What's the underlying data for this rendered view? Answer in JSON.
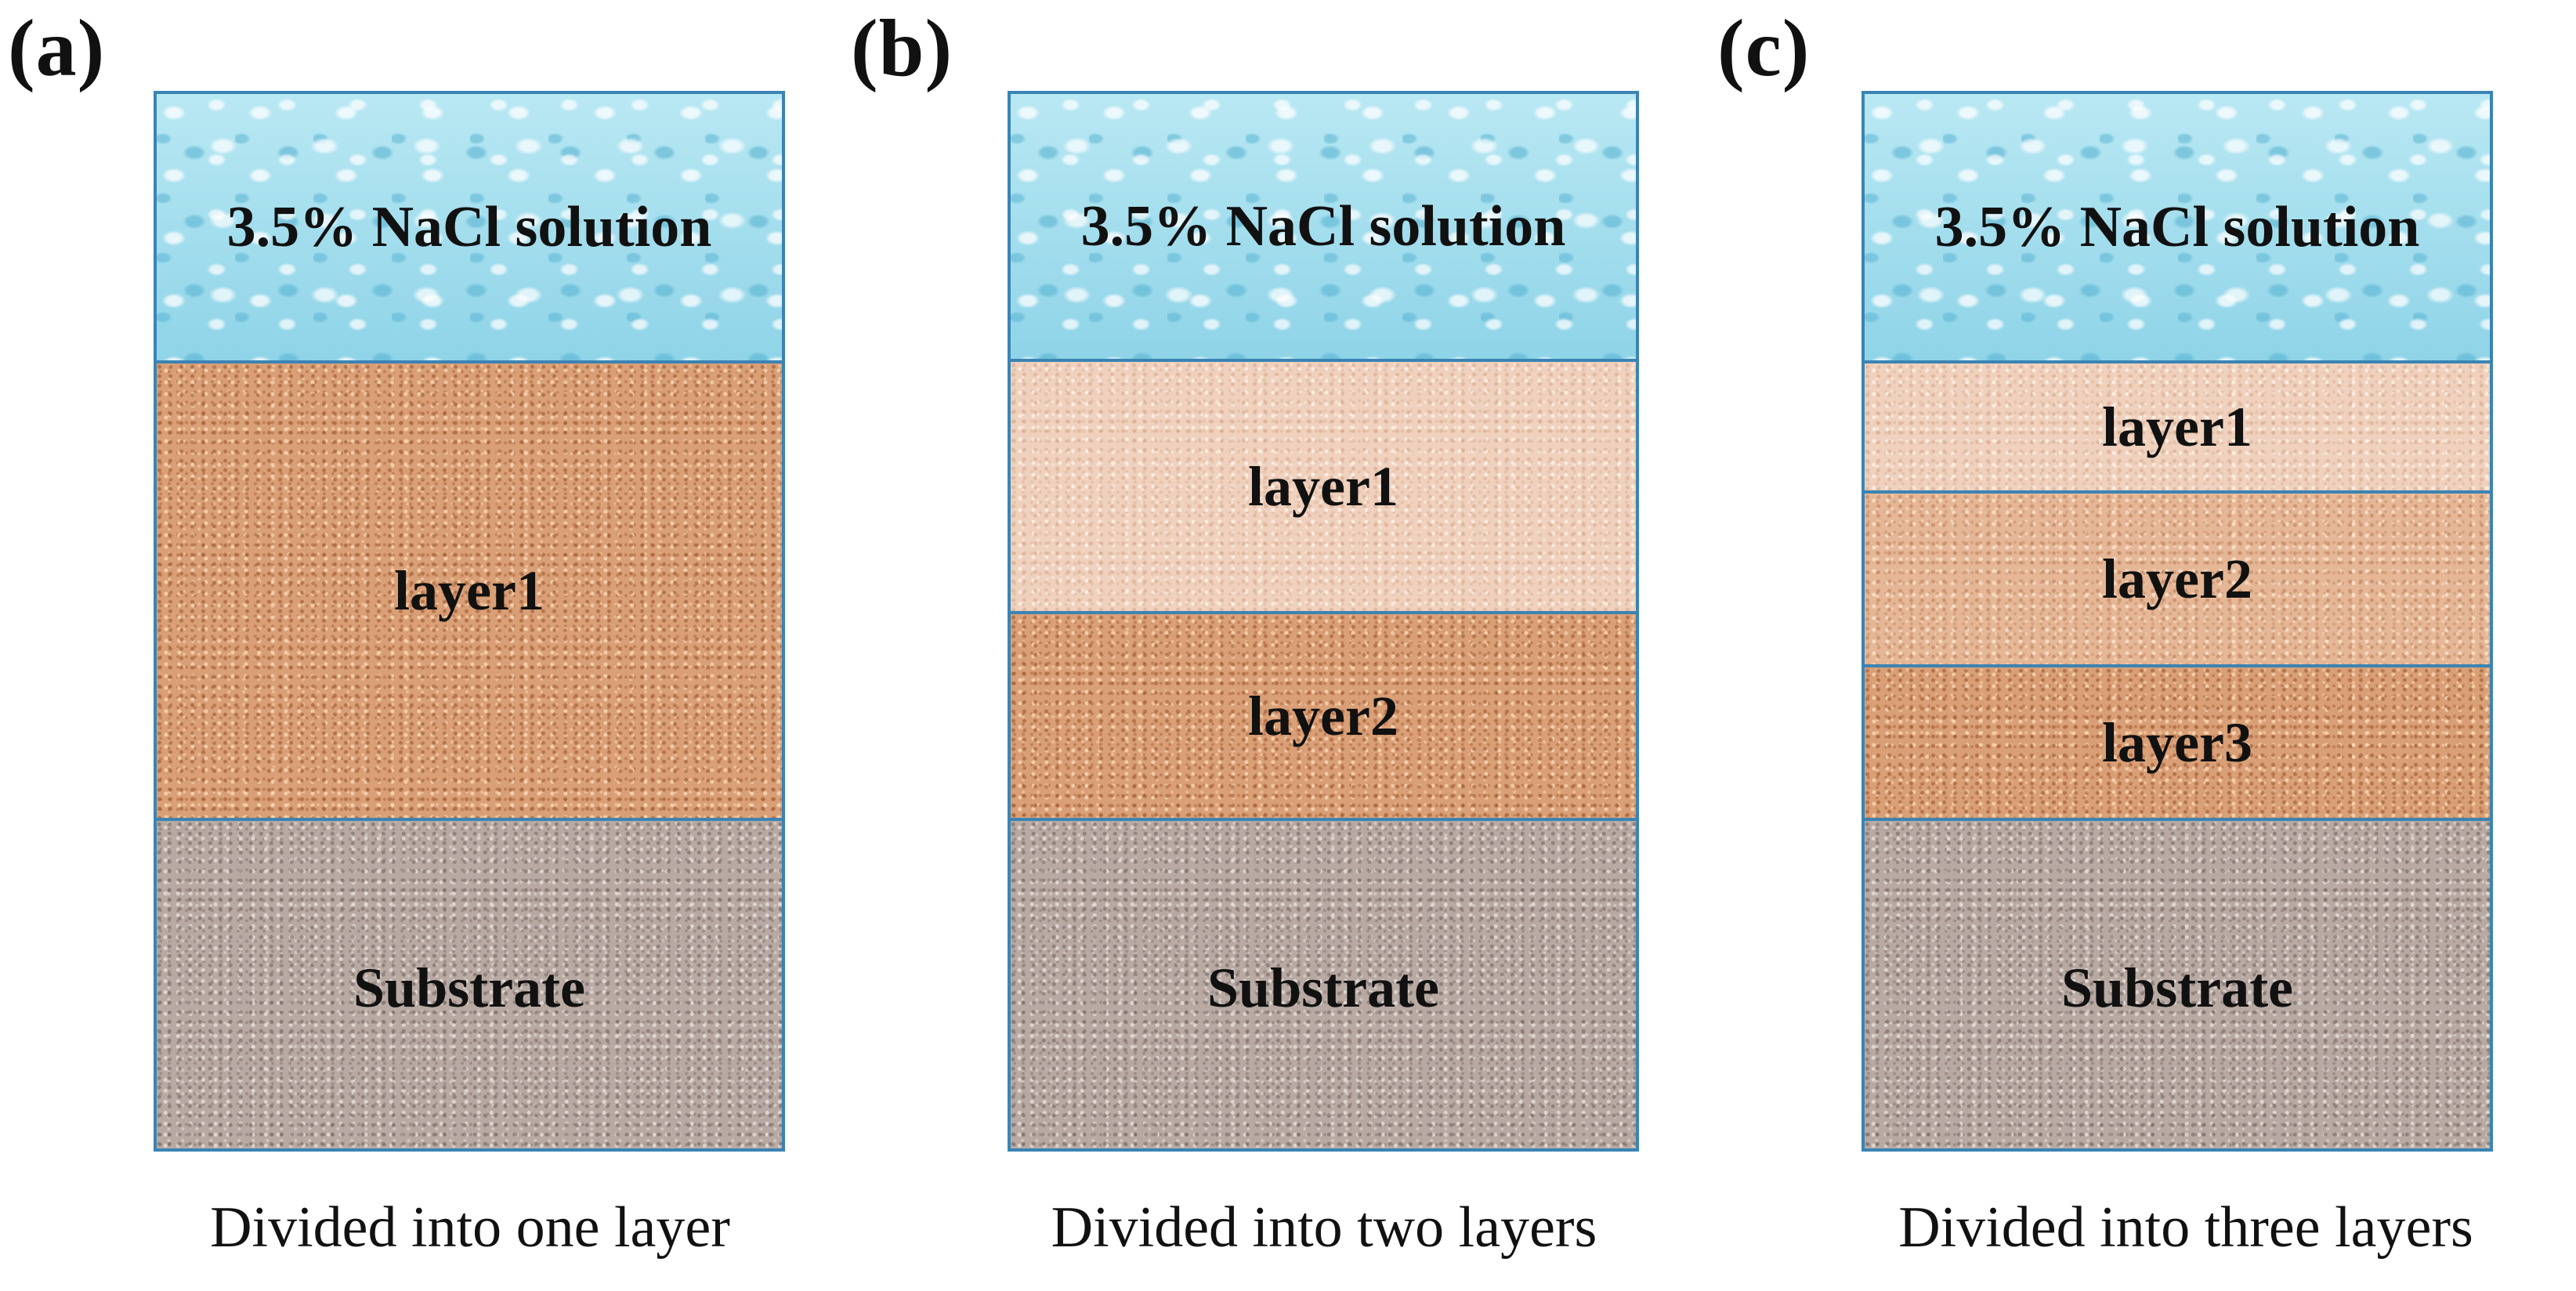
{
  "panels": [
    {
      "letter": "(a)",
      "solution": "3.5% NaCl solution",
      "layers": [
        "layer1"
      ],
      "substrate": "Substrate",
      "caption": "Divided into one layer"
    },
    {
      "letter": "(b)",
      "solution": "3.5% NaCl solution",
      "layers": [
        "layer1",
        "layer2"
      ],
      "substrate": "Substrate",
      "caption": "Divided into two layers"
    },
    {
      "letter": "(c)",
      "solution": "3.5% NaCl solution",
      "layers": [
        "layer1",
        "layer2",
        "layer3"
      ],
      "substrate": "Substrate",
      "caption": "Divided into three layers"
    }
  ],
  "colors": {
    "border": "#3b84b4",
    "solution": "#9edbec",
    "layer_dark": "#d99f76",
    "layer_medium": "#e5b796",
    "layer_light": "#efd1bd",
    "substrate": "#b8aaa3"
  }
}
